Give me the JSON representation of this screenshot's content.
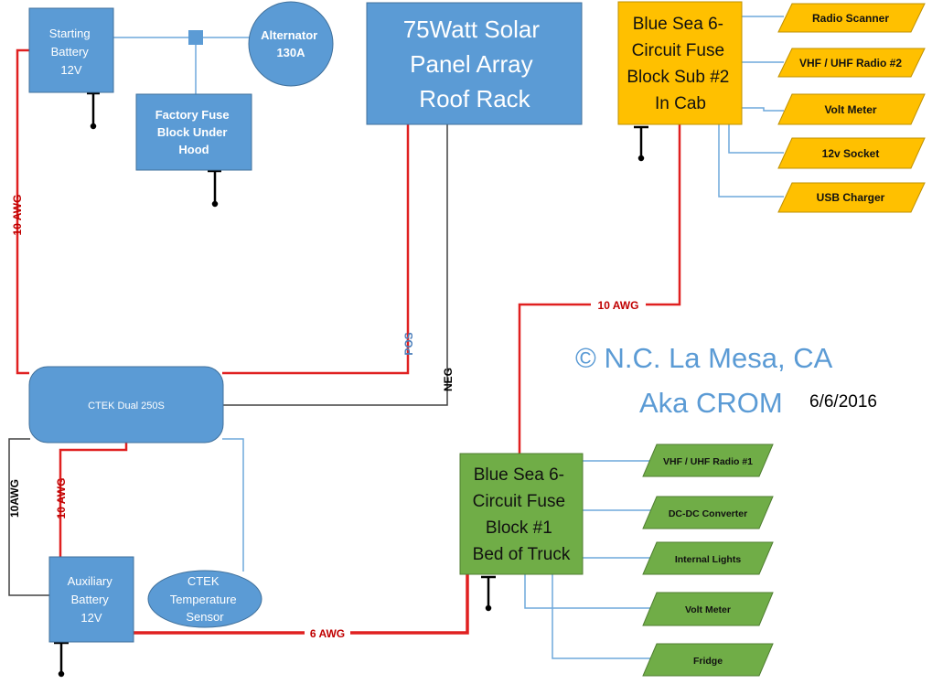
{
  "labels": {
    "starting_battery": [
      "Starting",
      "Battery",
      "12V"
    ],
    "alternator": [
      "Alternator",
      "130A"
    ],
    "factory_fuse": [
      "Factory Fuse",
      "Block Under",
      "Hood"
    ],
    "solar": [
      "75Watt Solar",
      "Panel Array",
      "Roof Rack"
    ],
    "fuse_sub2": [
      "Blue Sea 6-",
      "Circuit Fuse",
      "Block Sub #2",
      "In Cab"
    ],
    "ctek": "CTEK Dual 250S",
    "aux_battery": [
      "Auxiliary",
      "Battery",
      "12V"
    ],
    "temp_sensor": [
      "CTEK",
      "Temperature",
      "Sensor"
    ],
    "fuse1": [
      "Blue Sea 6-",
      "Circuit Fuse",
      "Block #1",
      "Bed of Truck"
    ]
  },
  "wires": {
    "left_10awg": "10 AWG",
    "aux_10awg": "10 AWG",
    "black_10awg": "10AWG",
    "mid_10awg": "10 AWG",
    "bottom_6awg": "6 AWG",
    "pos": "POS",
    "neg": "NEG"
  },
  "sub2_loads": [
    "Radio Scanner",
    "VHF / UHF Radio #2",
    "Volt Meter",
    "12v Socket",
    "USB Charger"
  ],
  "fuse1_loads": [
    "VHF / UHF Radio #1",
    "DC-DC Converter",
    "Internal Lights",
    "Volt Meter",
    "Fridge"
  ],
  "watermark": {
    "line1": "© N.C. La Mesa, CA",
    "line2": "Aka CROM",
    "date": "6/6/2016"
  },
  "colors": {
    "box_blue": "#5b9bd5",
    "orange": "#ffc000",
    "green": "#70ad47",
    "red_wire": "#e02020",
    "blue_wire": "#6fa8dc",
    "black_wire": "#404040",
    "watermark": "#5b9bd5"
  }
}
